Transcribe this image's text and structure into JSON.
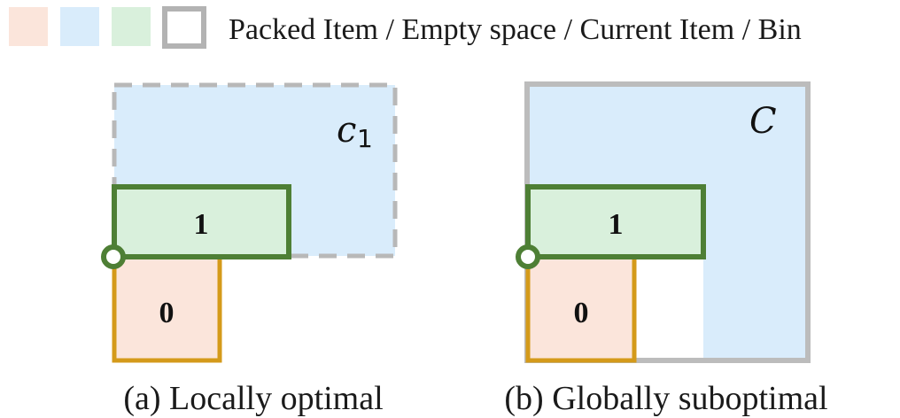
{
  "legend": {
    "text": "Packed Item / Empty space / Current Item / Bin",
    "swatches": [
      {
        "name": "packed-item",
        "fill": "#fbe5db"
      },
      {
        "name": "empty-space",
        "fill": "#d9ecfb"
      },
      {
        "name": "current-item",
        "fill": "#d9f0dc"
      },
      {
        "name": "bin",
        "fill": "#ffffff",
        "stroke": "#b3b3b3"
      }
    ]
  },
  "colors": {
    "packed_fill": "#fbe5db",
    "packed_stroke": "#d49a1a",
    "empty_fill": "#d9ecfb",
    "current_fill": "#d9f0dc",
    "current_stroke": "#4e7f35",
    "bin_stroke": "#bcbcbc",
    "dashed_stroke": "#b8b8b8"
  },
  "panel_a": {
    "caption": "(a) Locally optimal",
    "space_label": "c",
    "space_subscript": "1",
    "current_item_label": "1",
    "packed_item_label": "0"
  },
  "panel_b": {
    "caption": "(b) Globally suboptimal",
    "space_label": "C",
    "current_item_label": "1",
    "packed_item_label": "0"
  }
}
